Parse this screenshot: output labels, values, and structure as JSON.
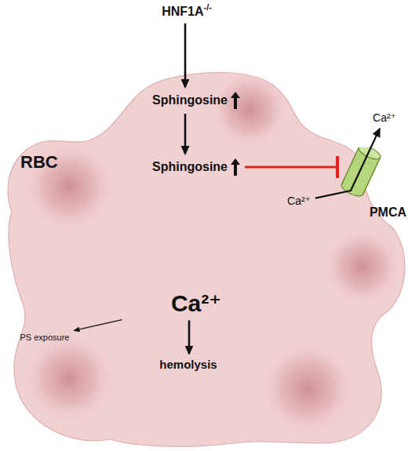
{
  "diagram": {
    "nodes": [
      {
        "text": [
          "HNF1A",
          "-/-"
        ]
      },
      {
        "text": [
          "RBC"
        ]
      },
      {
        "text": [
          "Sphingosine"
        ],
        "in": 1
      },
      {
        "text": [
          "Sphingosine"
        ],
        "in": 1
      },
      {
        "text": [
          "Ca²⁺"
        ]
      },
      {
        "text": [
          "PMCA"
        ]
      },
      {
        "text": [
          "Ca²⁺"
        ],
        "in": 1
      },
      {
        "text": [
          "Ca²⁺"
        ],
        "in": 1
      },
      {
        "text": [
          "PS exposure"
        ],
        "in": 1
      },
      {
        "text": [
          "hemolysis"
        ],
        "in": 1
      }
    ],
    "edges": [
      {
        "from": 0,
        "to": 2,
        "arrow": "to"
      },
      {
        "from": 2,
        "to": 3,
        "arrow": "to"
      },
      {
        "from": 3,
        "to": 5,
        "arrow": "to"
      },
      {
        "from": 6,
        "to": 4,
        "arrow": "to"
      },
      {
        "from": 7,
        "to": 8,
        "arrow": "to"
      },
      {
        "from": 7,
        "to": 9,
        "arrow": "to"
      }
    ]
  }
}
